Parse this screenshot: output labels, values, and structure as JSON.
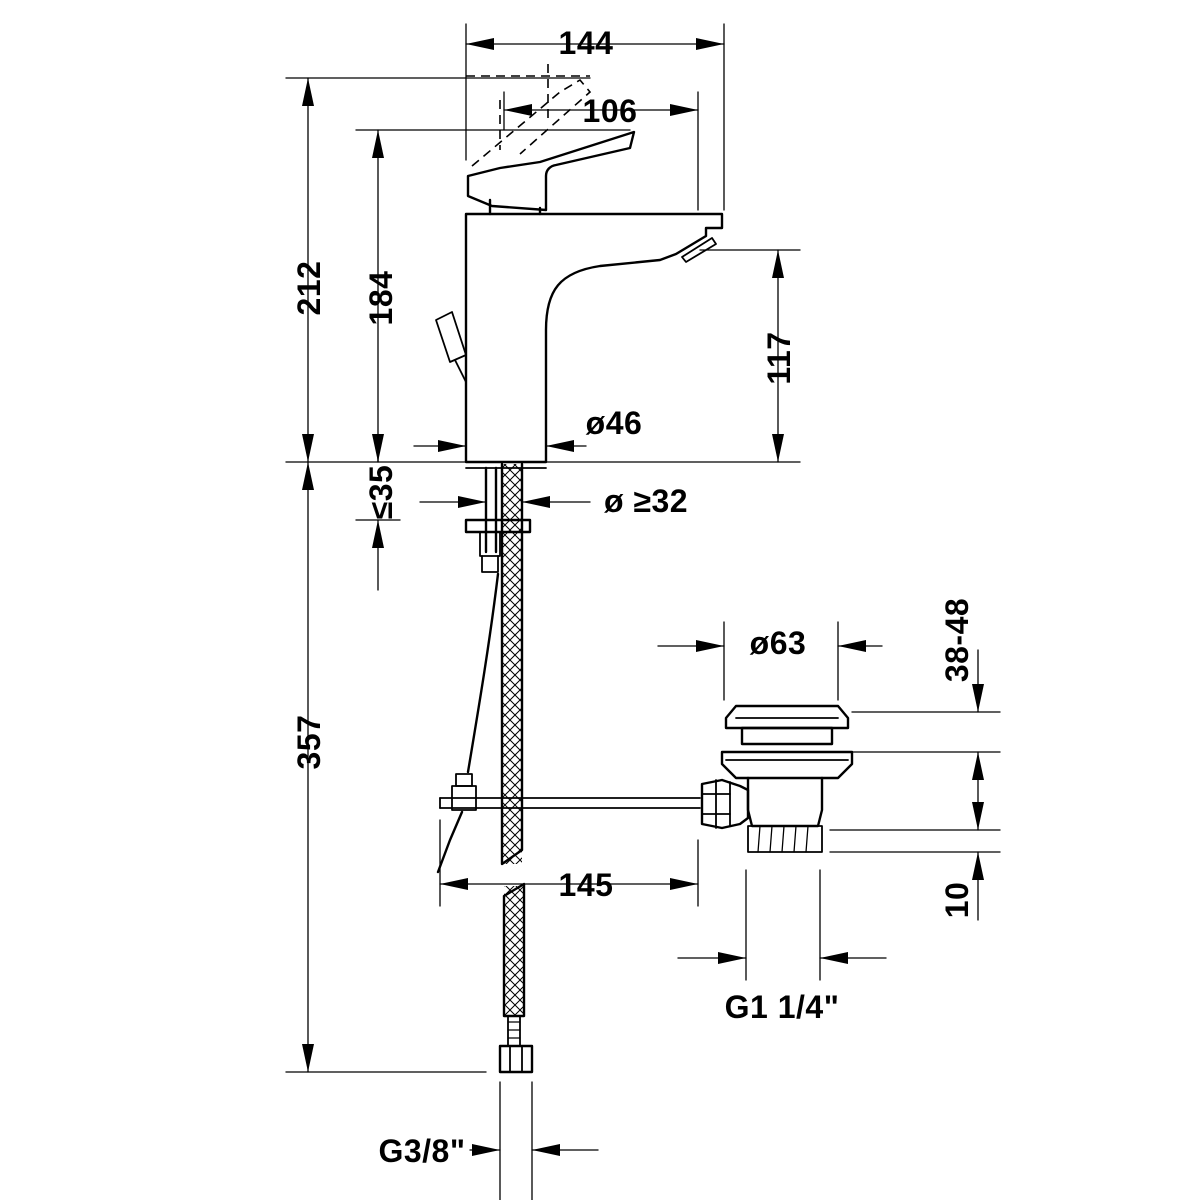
{
  "dimensions": {
    "overall_width": "144",
    "spout_reach": "106",
    "total_height": "212",
    "lever_height": "184",
    "spout_height": "117",
    "body_diameter": "ø46",
    "hole_diameter": "ø ≥32",
    "deck_thickness": "≤35",
    "below_counter_length": "357",
    "pipe_offset": "145",
    "waste_diameter": "ø63",
    "waste_height_range": "38-48",
    "thread_length": "10",
    "waste_thread": "G1 1/4\"",
    "supply_thread": "G3/8\""
  }
}
